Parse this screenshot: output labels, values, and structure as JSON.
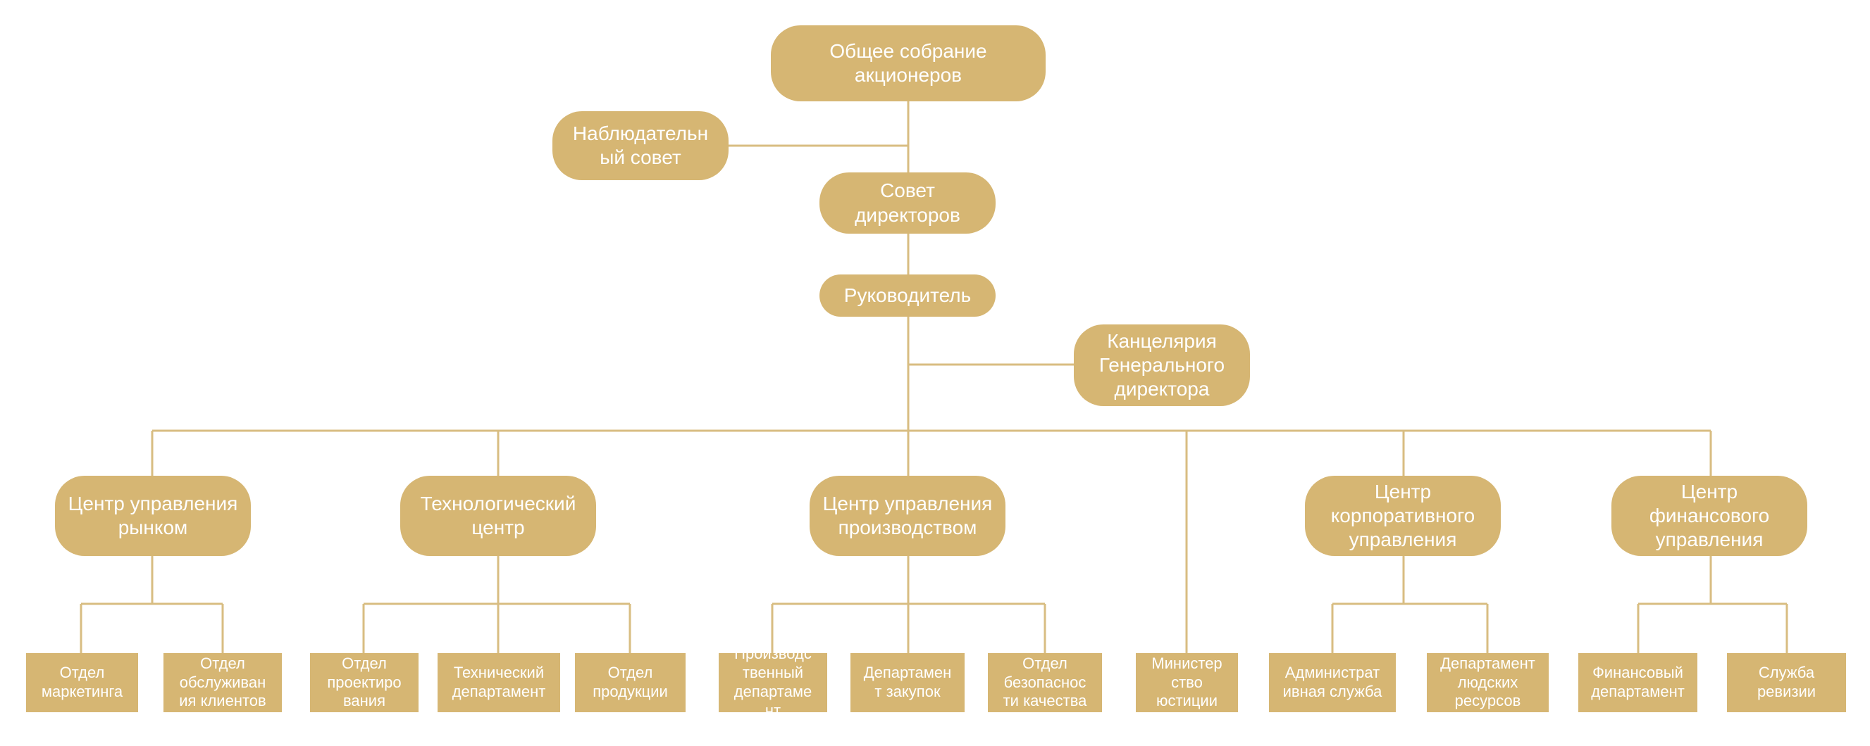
{
  "colors": {
    "node_fill": "#d6b673",
    "node_text": "#ffffff",
    "connector": "#d8bd82"
  },
  "org": {
    "shareholders": "Общее собрание\nакционеров",
    "supervisory": "Наблюдательн\nый совет",
    "board": "Совет\nдиректоров",
    "head": "Руководитель",
    "chancellery": "Канцелярия\nГенерального\nдиректора",
    "centers": [
      "Центр управления\nрынком",
      "Технологический\nцентр",
      "Центр управления\nпроизводством",
      "Центр\nкорпоративного\nуправления",
      "Центр\nфинансового\nуправления"
    ],
    "ministry": "Министер\nство\nюстиции",
    "departments": {
      "market": [
        "Отдел\nмаркетинга",
        "Отдел\nобслуживан\nия клиентов"
      ],
      "tech": [
        "Отдел\nпроектиро\nвания",
        "Технический\nдепартамент",
        "Отдел\nпродукции"
      ],
      "production": [
        "Производс\nтвенный\nдепартаме\nнт",
        "Департамен\nт закупок",
        "Отдел\nбезопаснос\nти качества"
      ],
      "corporate": [
        "Администрат\nивная служба",
        "Департамент\nлюдских\nресурсов"
      ],
      "finance": [
        "Финансовый\nдепартамент",
        "Служба\nревизии"
      ]
    }
  }
}
